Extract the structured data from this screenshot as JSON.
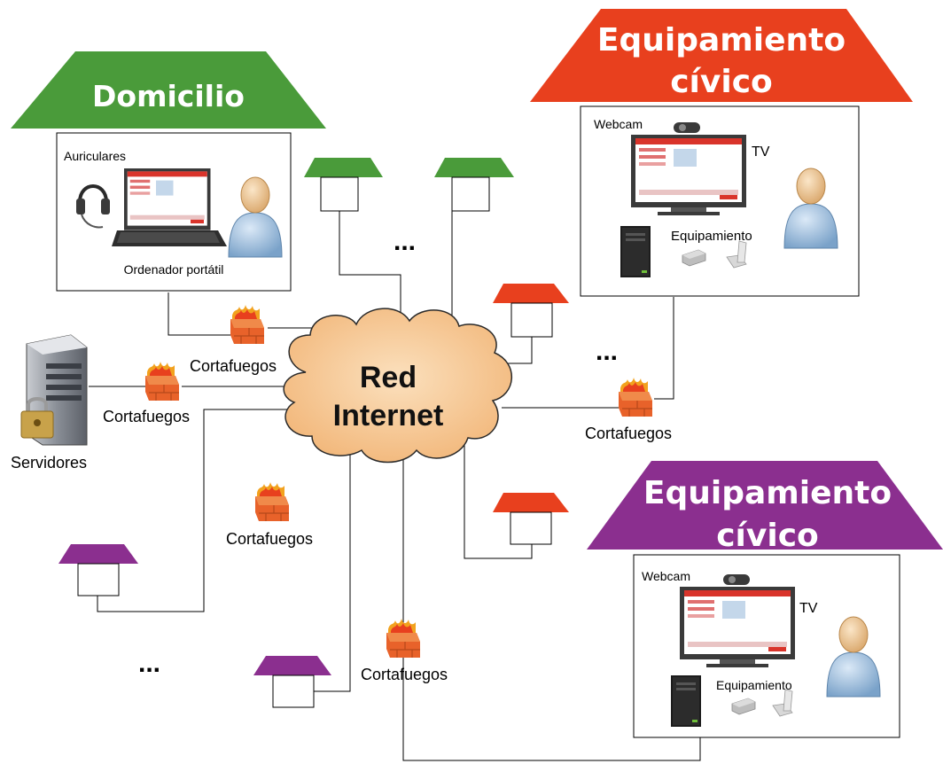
{
  "houses": {
    "domicilio": {
      "title": "Domicilio",
      "color": "#4a9b3a"
    },
    "civico_rojo": {
      "title_line1": "Equipamiento",
      "title_line2": "cívico",
      "color": "#e8401e"
    },
    "civico_morado": {
      "title_line1": "Equipamiento",
      "title_line2": "cívico",
      "color": "#8b2f8f"
    }
  },
  "labels": {
    "auriculares": "Auriculares",
    "ordenador": "Ordenador portátil",
    "webcam": "Webcam",
    "tv": "TV",
    "equipamiento": "Equipamiento",
    "servidores": "Servidores",
    "cortafuegos": "Cortafuegos",
    "dots": "..."
  },
  "cloud": {
    "line1": "Red",
    "line2": "Internet",
    "color": "#f6c896"
  },
  "colors": {
    "green": "#4a9b3a",
    "red": "#e8401e",
    "purple": "#8b2f8f",
    "firewall": "#e8622a"
  }
}
